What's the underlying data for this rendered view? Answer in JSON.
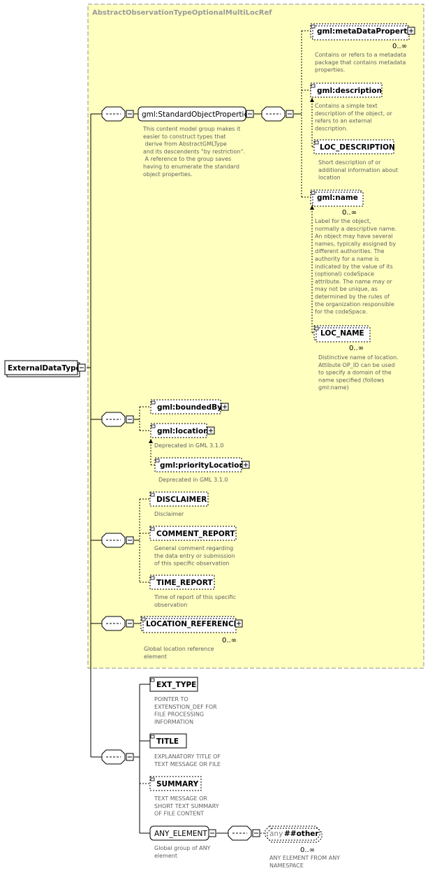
{
  "diagram": {
    "group_title": "AbstractObservationTypeOptionalMultiLocRef",
    "root": {
      "label": "ExternalDataType"
    },
    "std_props": {
      "label": "gml:StandardObjectProperties",
      "doc": [
        "This content model group makes it",
        "easier to construct types that",
        "      derive from AbstractGMLType",
        "and its descendents \"by restriction\".",
        "      A reference to the group saves",
        "having to enumerate the standard",
        "object properties."
      ]
    },
    "metadata": {
      "label": "gml:metaDataProperty",
      "occurs": "0..∞",
      "doc": [
        "Contains or refers to a metadata",
        "package that contains metadata",
        "properties."
      ]
    },
    "description": {
      "label": "gml:description",
      "doc": [
        "Contains a simple text",
        "description of the object, or",
        "refers to an external",
        "description."
      ]
    },
    "loc_description": {
      "label": "LOC_DESCRIPTION",
      "doc": [
        "Short description of or",
        "additional information about",
        "location"
      ]
    },
    "name": {
      "label": "gml:name",
      "occurs": "0..∞",
      "doc": [
        "Label for the object,",
        "normally a descriptive name.",
        "An object may have several",
        "names, typically assigned by",
        "different authorities.  The",
        "authority for a name is",
        "indicated by the value of its",
        "(optional) codeSpace",
        "attribute.  The name may or",
        "may not be unique, as",
        "determined by the rules of",
        "the organization responsible",
        "for the codeSpace."
      ]
    },
    "loc_name": {
      "label": "LOC_NAME",
      "occurs": "0..∞",
      "doc": [
        "Distinctive name of location.",
        "Attibute OP_ID can be used",
        "to specify a domain of the",
        "name specified (follows",
        "gml:name)"
      ]
    },
    "bounded_by": {
      "label": "gml:boundedBy"
    },
    "location": {
      "label": "gml:location",
      "doc": [
        "Deprecated in GML 3.1.0"
      ]
    },
    "priority_location": {
      "label": "gml:priorityLocation",
      "doc": [
        "Deprecated in GML 3.1.0"
      ]
    },
    "disclaimer": {
      "label": "DISCLAIMER",
      "doc": [
        "Disclaimer"
      ]
    },
    "comment_report": {
      "label": "COMMENT_REPORT",
      "doc": [
        "General comment regarding",
        "the data entry or submission",
        "of this specific observation"
      ]
    },
    "time_report": {
      "label": "TIME_REPORT",
      "doc": [
        "Time of report of this specific",
        "observation"
      ]
    },
    "location_reference": {
      "label": "LOCATION_REFERENCE",
      "occurs": "0..∞",
      "doc": [
        "Global location reference",
        "element"
      ]
    },
    "ext_type": {
      "label": "EXT_TYPE",
      "doc": [
        "POINTER TO",
        "EXTENSTION_DEF FOR",
        "FILE PROCESSING",
        "INFORMATION"
      ]
    },
    "title": {
      "label": "TITLE",
      "doc": [
        "EXPLANATORY TITLE OF",
        "TEXT MESSAGE OR FILE"
      ]
    },
    "summary": {
      "label": "SUMMARY",
      "doc": [
        "TEXT MESSAGE OR",
        "SHORT TEXT SUMMARY",
        "OF FILE CONTENT"
      ]
    },
    "any_element": {
      "label": "ANY_ELEMENT",
      "doc": [
        "Global group of ANY",
        "element"
      ]
    },
    "any_other": {
      "prefix": "any",
      "label": "##other",
      "occurs": "0..∞",
      "doc": [
        "ANY ELEMENT FROM ANY",
        "NAMESPACE"
      ]
    }
  }
}
